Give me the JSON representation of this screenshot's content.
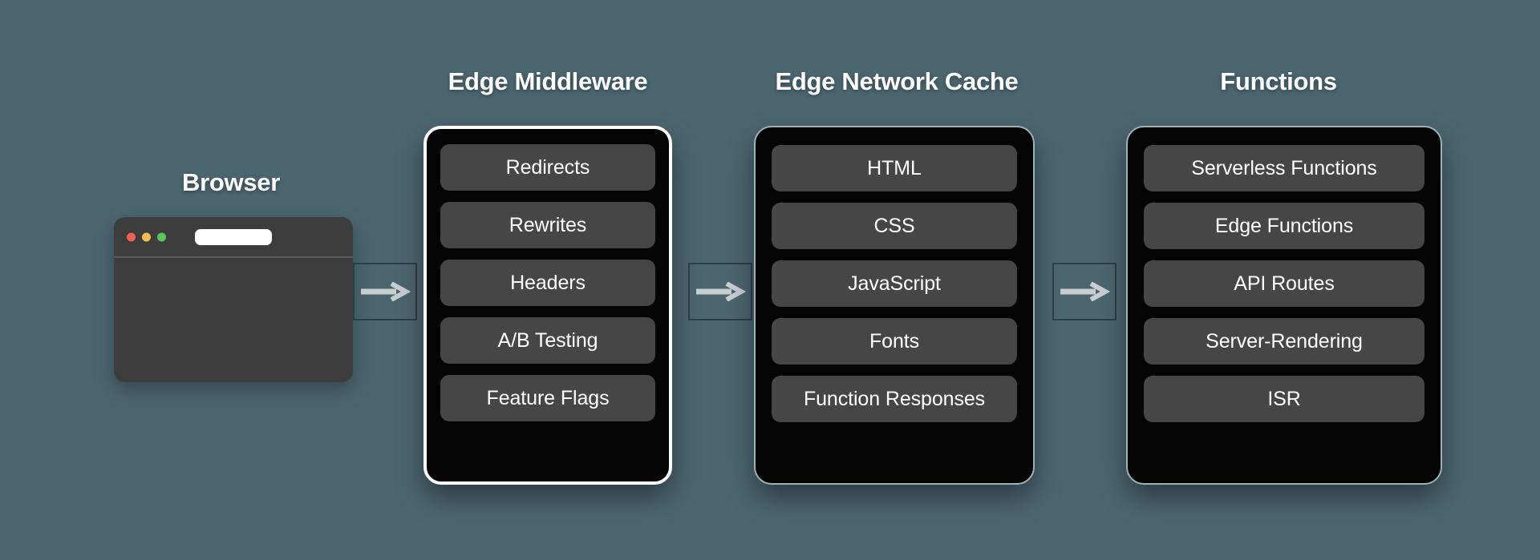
{
  "background_color": "#4c6670",
  "browser": {
    "title": "Browser",
    "traffic_lights": [
      {
        "name": "close-light",
        "color": "#ef5f56"
      },
      {
        "name": "minimize-light",
        "color": "#f4bd4f"
      },
      {
        "name": "maximize-light",
        "color": "#5cc65b"
      }
    ],
    "url_bar_value": ""
  },
  "panels": [
    {
      "id": "edge-middleware",
      "title": "Edge Middleware",
      "highlighted": true,
      "items": [
        "Redirects",
        "Rewrites",
        "Headers",
        "A/B Testing",
        "Feature Flags"
      ]
    },
    {
      "id": "edge-network-cache",
      "title": "Edge Network Cache",
      "highlighted": false,
      "items": [
        "HTML",
        "CSS",
        "JavaScript",
        "Fonts",
        "Function Responses"
      ]
    },
    {
      "id": "functions",
      "title": "Functions",
      "highlighted": false,
      "items": [
        "Serverless Functions",
        "Edge Functions",
        "API Routes",
        "Server-Rendering",
        "ISR"
      ]
    }
  ],
  "connectors": [
    {
      "name": "arrow-browser-to-middleware",
      "icon": "arrow-right-icon"
    },
    {
      "name": "arrow-middleware-to-cache",
      "icon": "arrow-right-icon"
    },
    {
      "name": "arrow-cache-to-functions",
      "icon": "arrow-right-icon"
    }
  ],
  "colors": {
    "panel_background": "#050505",
    "item_background": "#464646",
    "highlight_border": "#ffffff",
    "plain_border": "#9fb0b6",
    "arrow": "#c9cfd1",
    "browser_body": "#3d3d3d"
  }
}
